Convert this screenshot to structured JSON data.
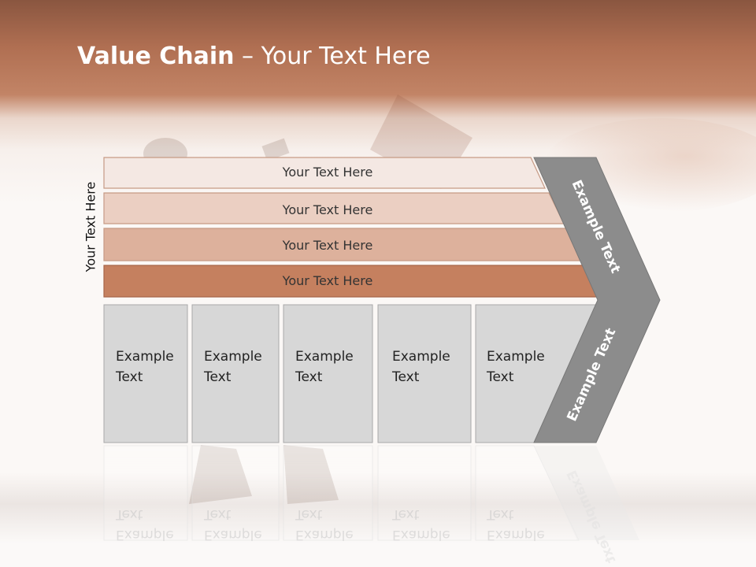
{
  "slide": {
    "title_bold": "Value Chain",
    "title_rest": " – Your Text Here",
    "side_label": "Your Text Here"
  },
  "bars": [
    {
      "label": "Your Text Here",
      "color": "#f4e8e3"
    },
    {
      "label": "Your Text Here",
      "color": "#ebcfc2"
    },
    {
      "label": "Your Text Here",
      "color": "#ddb19c"
    },
    {
      "label": "Your Text Here",
      "color": "#c5805f"
    }
  ],
  "boxes": [
    {
      "line1": "Example",
      "line2": "Text"
    },
    {
      "line1": "Example",
      "line2": "Text"
    },
    {
      "line1": "Example",
      "line2": "Text"
    },
    {
      "line1": "Example",
      "line2": "Text"
    },
    {
      "line1": "Example",
      "line2": "Text"
    }
  ],
  "chevron": {
    "upper_label": "Example Text",
    "lower_label": "Example Text",
    "color": "#8c8c8c"
  },
  "colors": {
    "box_fill": "#d7d7d7",
    "box_stroke": "#a9a9a9"
  }
}
